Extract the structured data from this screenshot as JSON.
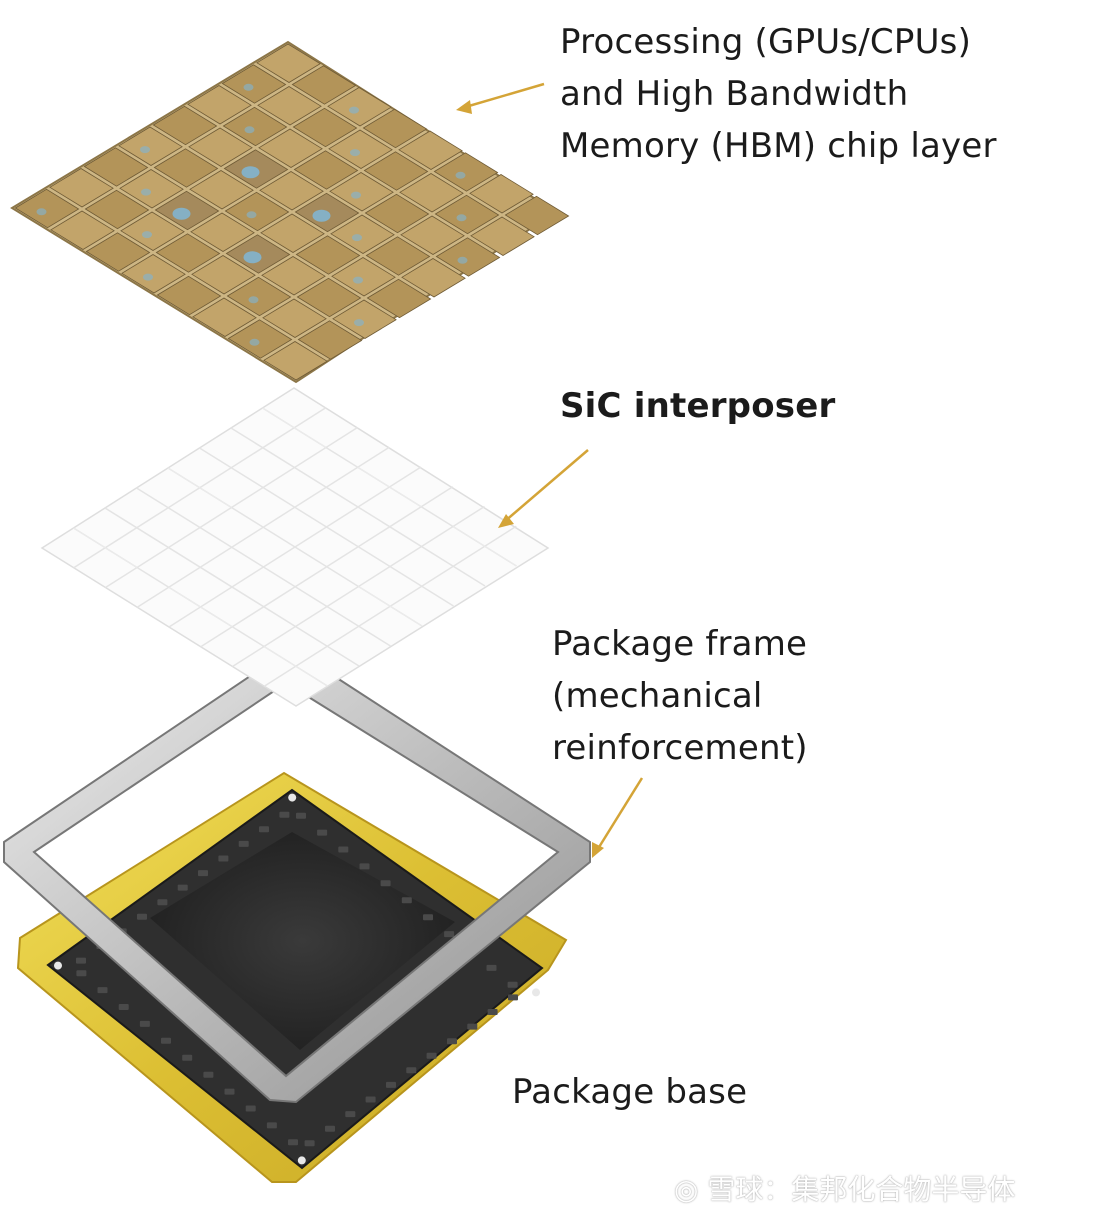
{
  "labels": {
    "chip_layer": [
      "Processing  (GPUs/CPUs)",
      "and High Bandwidth",
      "Memory (HBM) chip layer"
    ],
    "interposer": "SiC interposer",
    "frame": [
      "Package frame",
      "(mechanical",
      "reinforcement)"
    ],
    "base": "Package base"
  },
  "watermark": "雪球：集邦化合物半导体",
  "watermark_icon": "snowball-logo",
  "colors": {
    "arrow": "#d4a437",
    "chip_gold": "#b79a63",
    "chip_blue": "#7fb6d6",
    "interposer_line": "#e6e6e6",
    "frame_silver": "#c9c9c9",
    "base_gold": "#e6cf3e",
    "base_dark": "#2b2b2b"
  }
}
